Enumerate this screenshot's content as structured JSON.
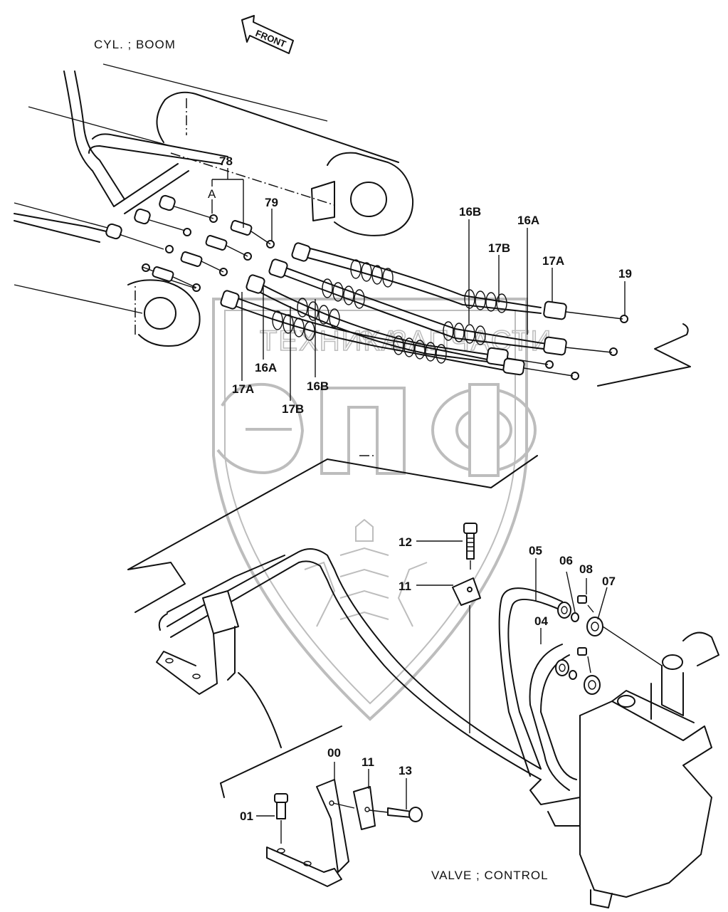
{
  "diagram": {
    "titles": {
      "top_left": "CYL. ; BOOM",
      "bottom_right": "VALVE ; CONTROL"
    },
    "direction_arrow": {
      "label": "FRONT",
      "icon": "arrow-left-icon"
    },
    "watermark": {
      "logo": "ЭПФ",
      "text_left": "ТЕХНИКА",
      "text_right": "ЗАПЧАСТИ",
      "icon": "gear-icon",
      "color": "#bdbdbd"
    },
    "part_labels": {
      "p78": "78",
      "pA": "A",
      "p79": "79",
      "p16B_top": "16B",
      "p16A_top": "16A",
      "p17B_top": "17B",
      "p17A_top": "17A",
      "p19": "19",
      "p16A_low": "16A",
      "p17A_low": "17A",
      "p17B_low": "17B",
      "p16B_low": "16B",
      "p12": "12",
      "p11_top": "11",
      "p05": "05",
      "p06": "06",
      "p08": "08",
      "p07": "07",
      "p04": "04",
      "p00": "00",
      "p11_bottom": "11",
      "p13": "13",
      "p01": "01"
    }
  }
}
